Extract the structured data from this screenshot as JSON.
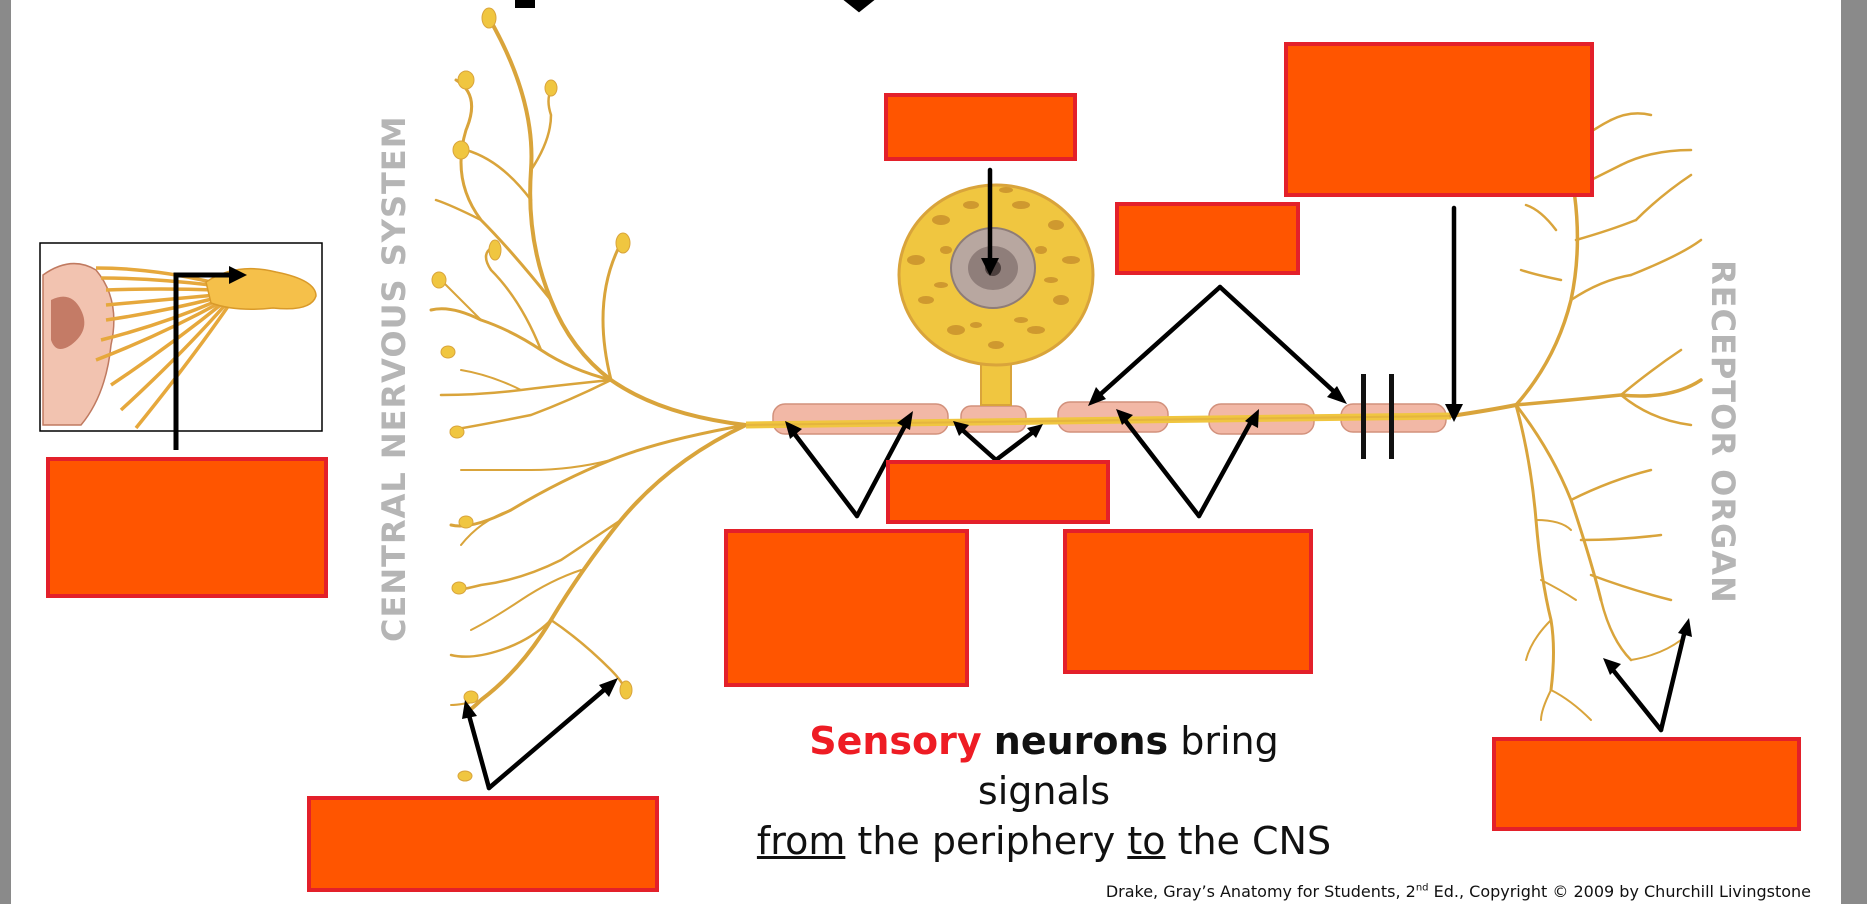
{
  "side_labels": {
    "left": "CENTRAL NERVOUS SYSTEM",
    "right": "RECEPTOR ORGAN"
  },
  "caption": {
    "word1": "Sensory",
    "word2": "neurons",
    "rest_line1": " bring signals",
    "from": "from",
    "mid": " the periphery ",
    "to": "to",
    "end": " the CNS"
  },
  "credit": {
    "before_sup": "Drake, Gray’s Anatomy for Students, 2",
    "sup": "nd",
    "after_sup": " Ed., Copyright © 2009 by Churchill Livingstone"
  },
  "colors": {
    "label_fill": "#ff5500",
    "label_border": "#e3202a",
    "nerve": "#d9a43b",
    "myelin": "#f2b8a6",
    "side_text": "#b5b5b5",
    "accent_red": "#ee1c24"
  }
}
